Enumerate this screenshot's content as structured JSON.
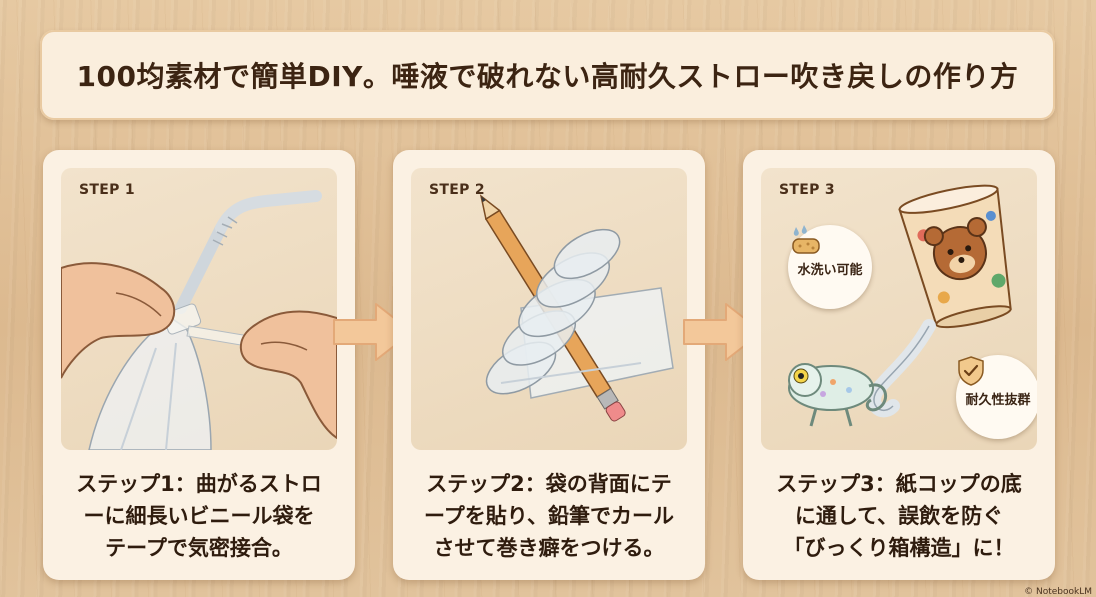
{
  "title": "100均素材で簡単DIY。唾液で破れない高耐久ストロー吹き戻しの作り方",
  "steps": [
    {
      "label": "STEP 1",
      "caption_lines": [
        "ステップ1：曲がるストロ",
        "ーに細長いビニール袋を",
        "テープで気密接合。"
      ],
      "icon": "hands-straw-bag-illustration"
    },
    {
      "label": "STEP 2",
      "caption_lines": [
        "ステップ2：袋の背面にテ",
        "ープを貼り、鉛筆でカール",
        "させて巻き癖をつける。"
      ],
      "icon": "pencil-rolled-bag-illustration"
    },
    {
      "label": "STEP 3",
      "caption_lines": [
        "ステップ3：紙コップの底",
        "に通して、誤飲を防ぐ",
        "「びっくり箱構造」に！"
      ],
      "icon": "cup-chameleon-illustration"
    }
  ],
  "badges": {
    "washable": {
      "label": "水洗い可能",
      "icon": "sponge-water-drops-icon"
    },
    "durable": {
      "label": "耐久性抜群",
      "icon": "shield-check-icon"
    }
  },
  "arrows": {
    "icon": "right-arrow-icon",
    "color": "#f3c89a"
  },
  "credit": "© NotebookLM",
  "colors": {
    "title_text": "#3c2412",
    "card": "#fbf1e3",
    "wood": "#e2c39b"
  }
}
